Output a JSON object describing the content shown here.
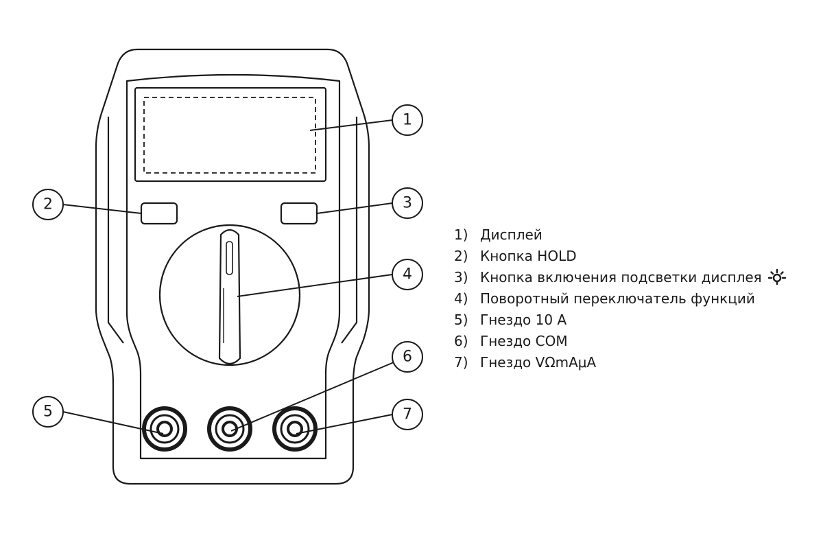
{
  "callouts": {
    "c1": "1",
    "c2": "2",
    "c3": "3",
    "c4": "4",
    "c5": "5",
    "c6": "6",
    "c7": "7"
  },
  "legend": {
    "items": [
      {
        "num": "1)",
        "text": "Дисплей"
      },
      {
        "num": "2)",
        "text": "Кнопка HOLD"
      },
      {
        "num": "3)",
        "text": "Кнопка включения подсветки дисплея",
        "icon": "backlight-bulb-icon"
      },
      {
        "num": "4)",
        "text": "Поворотный переключатель функций"
      },
      {
        "num": "5)",
        "text": "Гнездо 10 A"
      },
      {
        "num": "6)",
        "text": "Гнездо COM"
      },
      {
        "num": "7)",
        "text": "Гнездо VΩmAμA"
      }
    ]
  },
  "colors": {
    "line": "#1a1a1a",
    "body_fill": "#ffffff"
  }
}
